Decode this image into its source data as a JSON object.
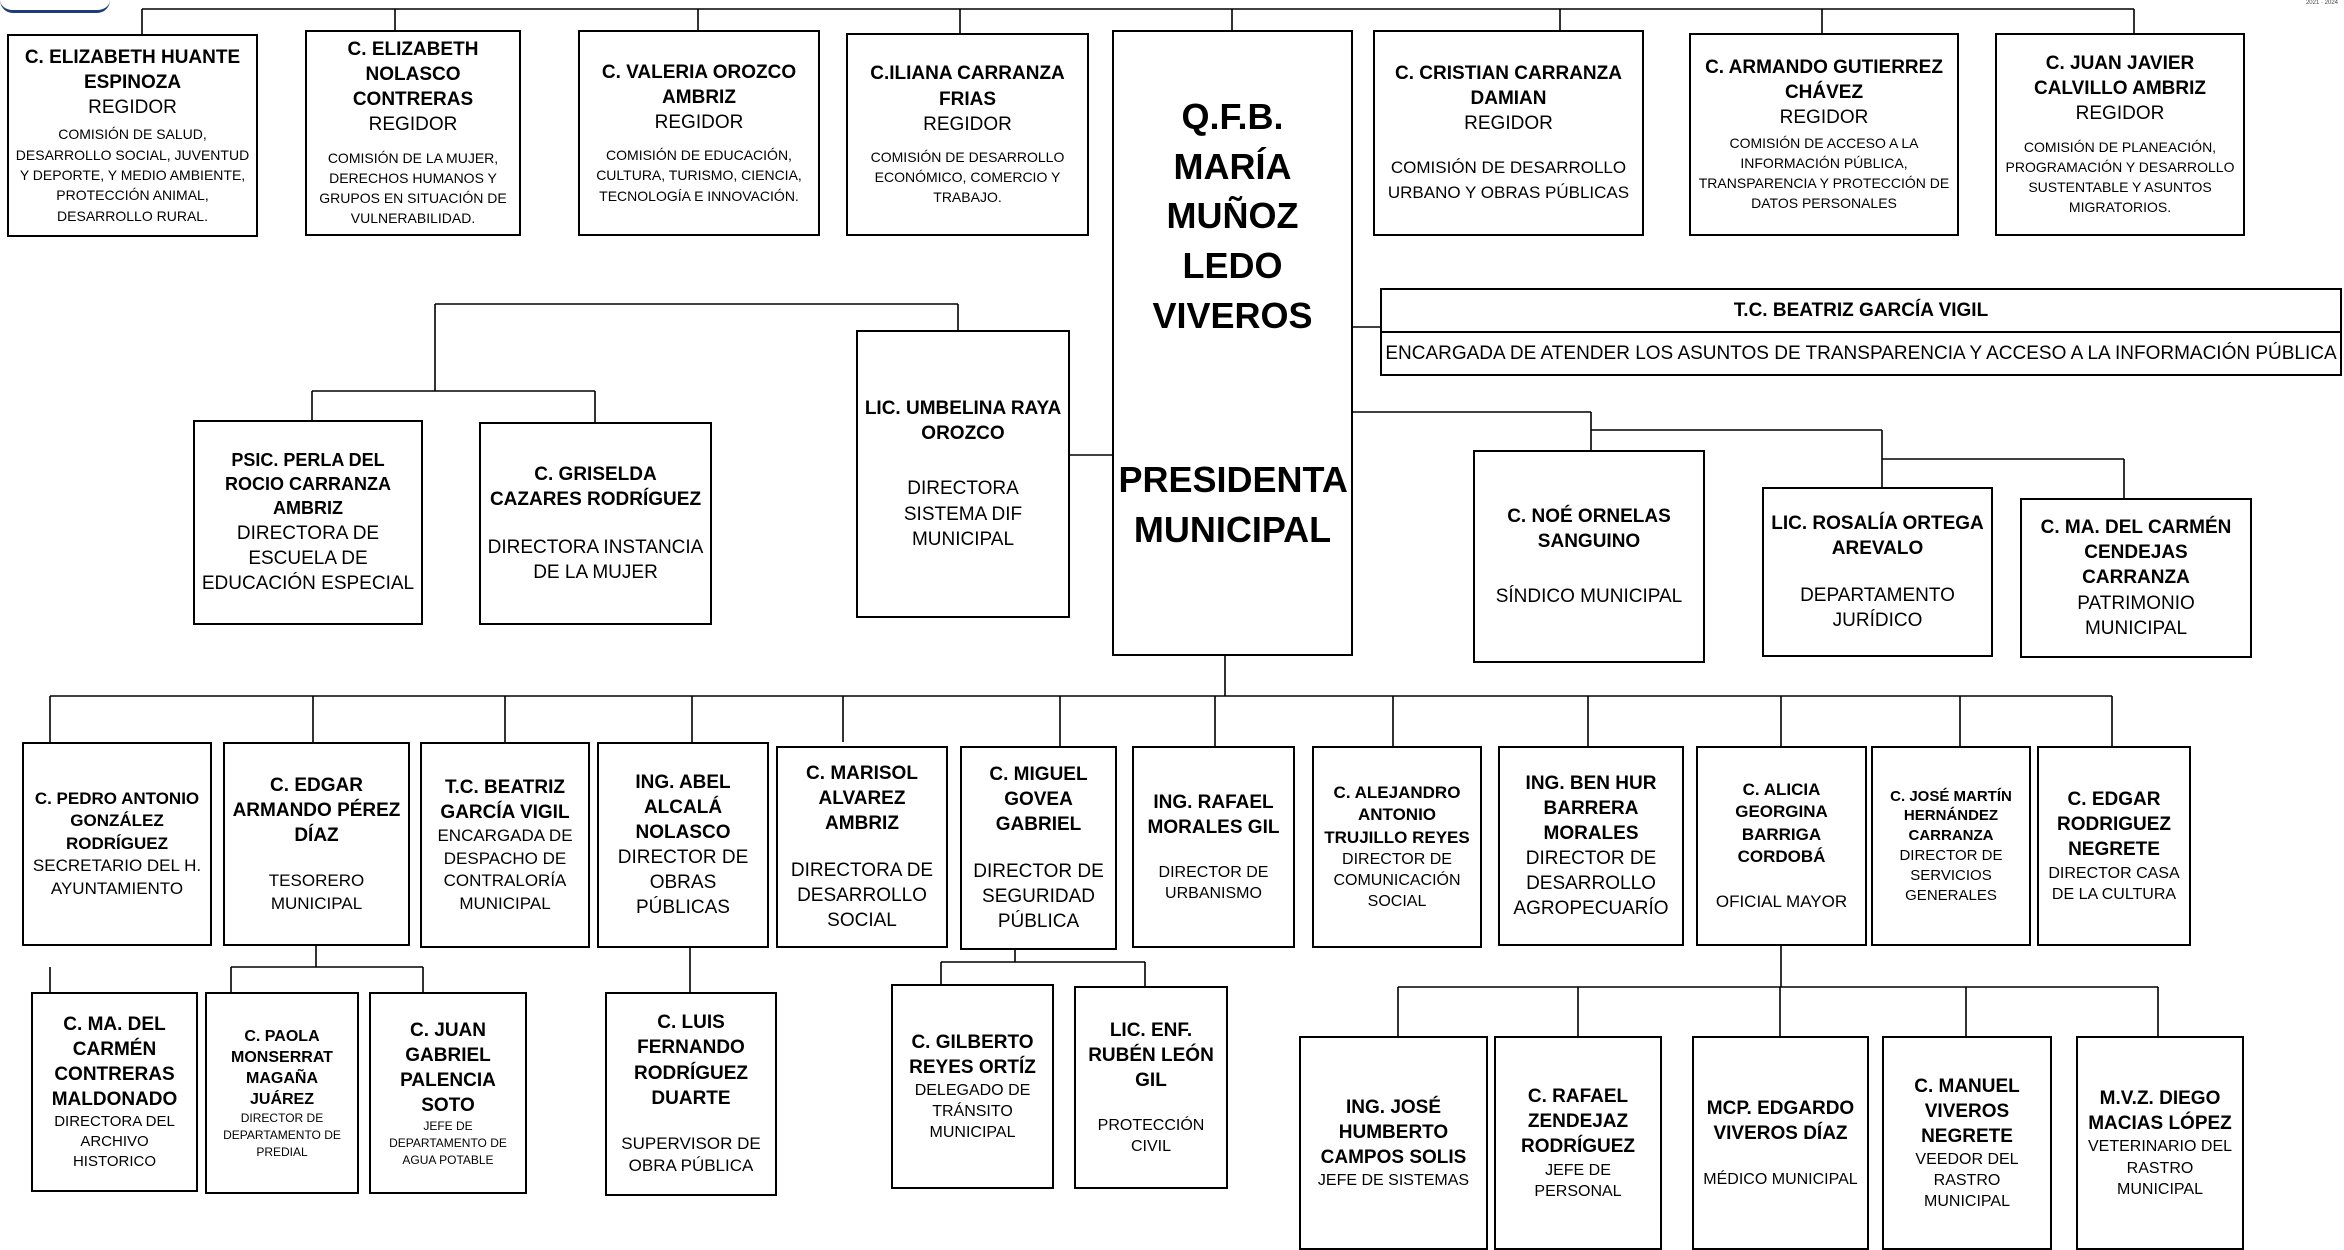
{
  "header": {
    "logo_right_text": "2021 · 2024"
  },
  "top_row": [
    {
      "name": "C. ELIZABETH HUANTE ESPINOZA",
      "role": "REGIDOR",
      "commission": "COMISIÓN DE SALUD, DESARROLLO SOCIAL, JUVENTUD Y DEPORTE, Y MEDIO AMBIENTE, PROTECCIÓN ANIMAL, DESARROLLO RURAL."
    },
    {
      "name": "C. ELIZABETH NOLASCO CONTRERAS",
      "role": "REGIDOR",
      "commission": "COMISIÓN DE LA MUJER, DERECHOS HUMANOS Y GRUPOS EN SITUACIÓN DE VULNERABILIDAD."
    },
    {
      "name": "C. VALERIA OROZCO AMBRIZ",
      "role": "REGIDOR",
      "commission": "COMISIÓN DE EDUCACIÓN, CULTURA, TURISMO, CIENCIA, TECNOLOGÍA E INNOVACIÓN."
    },
    {
      "name": "C.ILIANA CARRANZA FRIAS",
      "role": "REGIDOR",
      "commission": "COMISIÓN DE DESARROLLO ECONÓMICO, COMERCIO Y TRABAJO."
    },
    {
      "name": "C. CRISTIAN CARRANZA DAMIAN",
      "role": "REGIDOR",
      "commission": "COMISIÓN DE DESARROLLO URBANO Y OBRAS PÚBLICAS"
    },
    {
      "name": "C. ARMANDO GUTIERREZ CHÁVEZ",
      "role": "REGIDOR",
      "commission": "COMISIÓN DE ACCESO A LA INFORMACIÓN PÚBLICA, TRANSPARENCIA Y PROTECCIÓN DE DATOS PERSONALES"
    },
    {
      "name": "C. JUAN JAVIER CALVILLO AMBRIZ",
      "role": "REGIDOR",
      "commission": "COMISIÓN DE PLANEACIÓN, PROGRAMACIÓN Y DESARROLLO SUSTENTABLE Y ASUNTOS MIGRATORIOS."
    }
  ],
  "president": {
    "name": "Q.F.B. MARÍA MUÑOZ LEDO VIVEROS",
    "title": "PRESIDENTA MUNICIPAL"
  },
  "transparency": {
    "name": "T.C. BEATRIZ GARCÍA VIGIL",
    "role": "ENCARGADA DE ATENDER LOS ASUNTOS DE TRANSPARENCIA Y ACCESO A LA INFORMACIÓN PÚBLICA"
  },
  "mid_left": [
    {
      "name": "PSIC. PERLA DEL ROCIO CARRANZA AMBRIZ",
      "role": "DIRECTORA DE ESCUELA DE EDUCACIÓN ESPECIAL"
    },
    {
      "name": "C. GRISELDA CAZARES RODRÍGUEZ",
      "role": "DIRECTORA INSTANCIA DE LA MUJER"
    },
    {
      "name": "LIC. UMBELINA RAYA OROZCO",
      "role": "DIRECTORA SISTEMA DIF MUNICIPAL"
    }
  ],
  "mid_right": [
    {
      "name": "C. NOÉ ORNELAS SANGUINO",
      "role": "SÍNDICO MUNICIPAL"
    },
    {
      "name": "LIC. ROSALÍA ORTEGA AREVALO",
      "role": "DEPARTAMENTO JURÍDICO"
    },
    {
      "name": "C. MA. DEL CARMÉN CENDEJAS CARRANZA",
      "role": "PATRIMONIO MUNICIPAL"
    }
  ],
  "departments": [
    {
      "name": "C. PEDRO ANTONIO GONZÁLEZ RODRÍGUEZ",
      "role": "SECRETARIO DEL H. AYUNTAMIENTO"
    },
    {
      "name": "C. EDGAR ARMANDO PÉREZ DÍAZ",
      "role": "TESORERO MUNICIPAL"
    },
    {
      "name": "T.C. BEATRIZ GARCÍA VIGIL",
      "role": "ENCARGADA DE DESPACHO DE CONTRALORÍA MUNICIPAL"
    },
    {
      "name": "ING. ABEL ALCALÁ NOLASCO",
      "role": "DIRECTOR DE OBRAS PÚBLICAS"
    },
    {
      "name": "C. MARISOL ALVAREZ AMBRIZ",
      "role": "DIRECTORA DE DESARROLLO SOCIAL"
    },
    {
      "name": "C. MIGUEL GOVEA GABRIEL",
      "role": "DIRECTOR DE SEGURIDAD PÚBLICA"
    },
    {
      "name": "ING. RAFAEL MORALES GIL",
      "role": "DIRECTOR DE URBANISMO"
    },
    {
      "name": "C. ALEJANDRO ANTONIO TRUJILLO REYES",
      "role": "DIRECTOR DE COMUNICACIÓN SOCIAL"
    },
    {
      "name": "ING. BEN HUR BARRERA MORALES",
      "role": "DIRECTOR DE DESARROLLO AGROPECUARÍO"
    },
    {
      "name": "C. ALICIA GEORGINA BARRIGA CORDOBÁ",
      "role": "OFICIAL MAYOR"
    },
    {
      "name": "C. JOSÉ MARTÍN HERNÁNDEZ CARRANZA",
      "role": "DIRECTOR DE SERVICIOS GENERALES"
    },
    {
      "name": "C. EDGAR RODRIGUEZ NEGRETE",
      "role": "DIRECTOR CASA DE LA CULTURA"
    }
  ],
  "sub_units": [
    {
      "name": "C. MA. DEL CARMÉN CONTRERAS MALDONADO",
      "role": "DIRECTORA DEL ARCHIVO HISTORICO"
    },
    {
      "name": "C. PAOLA MONSERRAT MAGAÑA JUÁREZ",
      "role": "DIRECTOR DE DEPARTAMENTO DE PREDIAL"
    },
    {
      "name": "C. JUAN GABRIEL PALENCIA SOTO",
      "role": "JEFE DE DEPARTAMENTO DE AGUA POTABLE"
    },
    {
      "name": "C. LUIS FERNANDO RODRÍGUEZ DUARTE",
      "role": "SUPERVISOR DE OBRA PÚBLICA"
    },
    {
      "name": "C. GILBERTO REYES ORTÍZ",
      "role": "DELEGADO DE TRÁNSITO MUNICIPAL"
    },
    {
      "name": "LIC. ENF. RUBÉN LEÓN GIL",
      "role": "PROTECCIÓN CIVIL"
    },
    {
      "name": "ING. JOSÉ HUMBERTO CAMPOS SOLIS",
      "role": "JEFE DE SISTEMAS"
    },
    {
      "name": "C. RAFAEL ZENDEJAZ RODRÍGUEZ",
      "role": "JEFE DE PERSONAL"
    },
    {
      "name": "MCP. EDGARDO VIVEROS DÍAZ",
      "role": "MÉDICO MUNICIPAL"
    },
    {
      "name": "C. MANUEL VIVEROS NEGRETE",
      "role": "VEEDOR DEL RASTRO MUNICIPAL"
    },
    {
      "name": "M.V.Z. DIEGO MACIAS LÓPEZ",
      "role": "VETERINARIO DEL RASTRO MUNICIPAL"
    }
  ]
}
